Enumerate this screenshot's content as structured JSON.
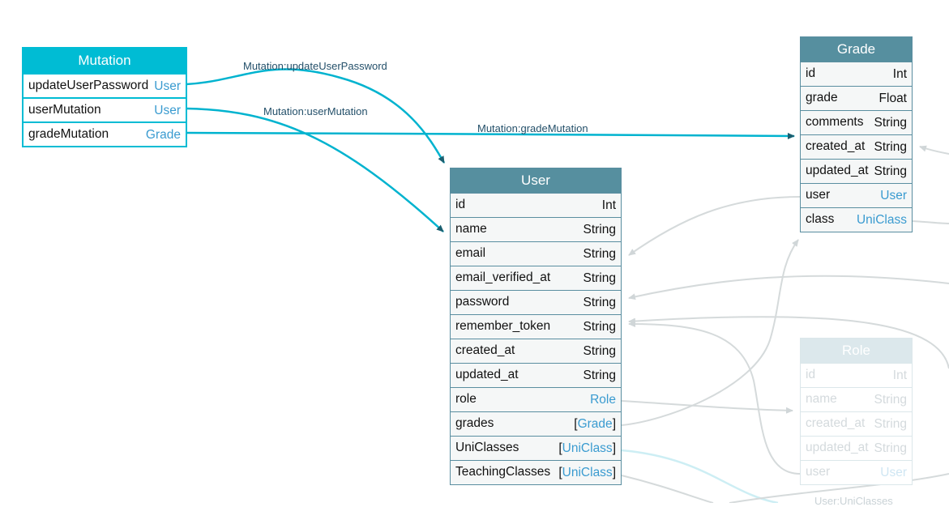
{
  "edge_labels": {
    "update_password": "Mutation:updateUserPassword",
    "user_mutation": "Mutation:userMutation",
    "grade_mutation": "Mutation:gradeMutation",
    "user_uniclasses": "User:UniClasses"
  },
  "colors": {
    "highlight": "#00bcd4",
    "node_header": "#568f9f",
    "link_type": "#3a9bd0",
    "faded_edge": "#d5dadb"
  },
  "mutation": {
    "title": "Mutation",
    "fields": [
      {
        "name": "updateUserPassword",
        "type": "User"
      },
      {
        "name": "userMutation",
        "type": "User"
      },
      {
        "name": "gradeMutation",
        "type": "Grade"
      }
    ]
  },
  "user": {
    "title": "User",
    "fields": [
      {
        "name": "id",
        "type": "Int"
      },
      {
        "name": "name",
        "type": "String"
      },
      {
        "name": "email",
        "type": "String"
      },
      {
        "name": "email_verified_at",
        "type": "String"
      },
      {
        "name": "password",
        "type": "String"
      },
      {
        "name": "remember_token",
        "type": "String"
      },
      {
        "name": "created_at",
        "type": "String"
      },
      {
        "name": "updated_at",
        "type": "String"
      },
      {
        "name": "role",
        "type": "Role"
      },
      {
        "name": "grades",
        "type": "Grade"
      },
      {
        "name": "UniClasses",
        "type": "UniClass"
      },
      {
        "name": "TeachingClasses",
        "type": "UniClass"
      }
    ]
  },
  "grade": {
    "title": "Grade",
    "fields": [
      {
        "name": "id",
        "type": "Int"
      },
      {
        "name": "grade",
        "type": "Float"
      },
      {
        "name": "comments",
        "type": "String"
      },
      {
        "name": "created_at",
        "type": "String"
      },
      {
        "name": "updated_at",
        "type": "String"
      },
      {
        "name": "user",
        "type": "User"
      },
      {
        "name": "class",
        "type": "UniClass"
      }
    ]
  },
  "role": {
    "title": "Role",
    "fields": [
      {
        "name": "id",
        "type": "Int"
      },
      {
        "name": "name",
        "type": "String"
      },
      {
        "name": "created_at",
        "type": "String"
      },
      {
        "name": "updated_at",
        "type": "String"
      },
      {
        "name": "user",
        "type": "User"
      }
    ]
  },
  "brackets": {
    "open": "[",
    "close": "]"
  }
}
